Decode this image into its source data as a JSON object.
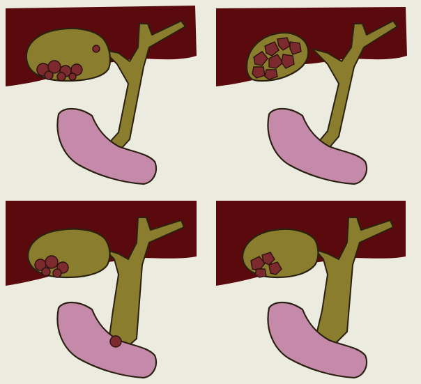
{
  "colors": {
    "background": "#ecebe0",
    "liver": "#5a0a0d",
    "bile": "#8a7e2e",
    "outline": "#2a2010",
    "duodenum": "#c58aa9",
    "stone": "#7c2a2d"
  },
  "panels": [
    {
      "id": "top-left",
      "stones": "gallbladder-bottom",
      "duct_stone": false
    },
    {
      "id": "top-right",
      "stones": "gallbladder-full",
      "duct_stone": false
    },
    {
      "id": "bottom-left",
      "stones": "gallbladder-bottom",
      "duct_stone": true
    },
    {
      "id": "bottom-right",
      "stones": "gallbladder-bottom",
      "duct_stone": false
    }
  ]
}
